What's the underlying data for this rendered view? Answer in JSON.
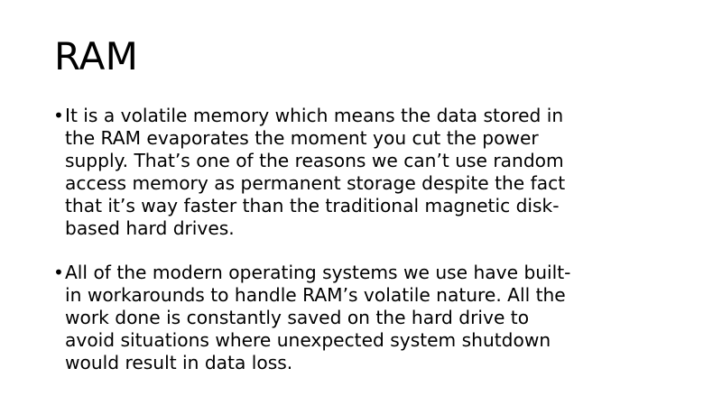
{
  "slide": {
    "title": "RAM",
    "background_color": "#ffffff",
    "text_color": "#000000",
    "bullet_glyph": "•",
    "bullets": [
      {
        "marker": "•",
        "text": "It is a volatile memory which means the data stored in\nthe RAM evaporates the moment you cut the power\nsupply. That’s one of the reasons we can’t use random\naccess memory as permanent storage despite the fact\nthat it’s way faster than the traditional magnetic disk-\nbased hard drives."
      },
      {
        "marker": "•",
        "text": "All of the modern operating systems we use have built-\nin workarounds to handle RAM’s volatile nature. All the\nwork done is constantly saved on the hard drive to\navoid situations where unexpected system shutdown\nwould result in data loss."
      }
    ]
  }
}
